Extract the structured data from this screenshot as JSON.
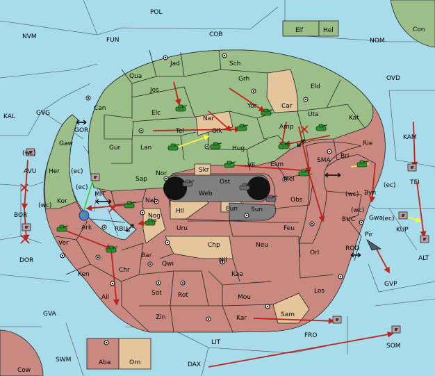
{
  "colors": {
    "sea": "#a9dcea",
    "green_power": "#9cbf8a",
    "red_power": "#c98880",
    "neutral": "#e5c59b",
    "island": "#808080",
    "order_move": "#c0221b",
    "order_support": "#ffff33"
  },
  "sea_regions": {
    "pol": "POL",
    "nvm": "NVM",
    "fun": "FUN",
    "cob": "COB",
    "nom": "NOM",
    "ovd": "OVD",
    "kal": "KAL",
    "gvg": "GVG",
    "gor": "GOR",
    "mit": "MIT",
    "rbu": "RBU",
    "sma": "SMA",
    "kam": "KAM",
    "bor": "BOR",
    "avu": "AVU",
    "dor": "DOR",
    "buc": "BUC",
    "kup": "KUP",
    "rod": "ROD",
    "gvp": "GVP",
    "alt": "ALT",
    "tei": "TEI",
    "gva": "GVA",
    "fro": "FRO",
    "lit": "LIT",
    "swm": "SWM",
    "dax": "DAX",
    "som": "SOM"
  },
  "land_regions": {
    "elf": "Elf",
    "hel": "Hel",
    "con": "Con",
    "jad": "Jad",
    "sch": "Sch",
    "qua": "Qua",
    "jos": "Jos",
    "grh": "Grh",
    "eld": "Eld",
    "can": "Can",
    "yor": "Yor",
    "car": "Car",
    "elc": "Elc",
    "nar": "Nar",
    "uta": "Uta",
    "kat": "Kat",
    "tel": "Tel",
    "olk": "Olk",
    "amp": "Amp",
    "gur": "Gur",
    "lan": "Lan",
    "hug": "Hug",
    "esm": "Esm",
    "rie": "Rie",
    "bri": "Bri",
    "gaw": "Gaw",
    "her": "Her",
    "nor": "Nor",
    "vil": "Vil",
    "skr": "Skr",
    "ost": "Ost",
    "web": "Web",
    "mel": "Mel",
    "sap": "Sap",
    "kor": "Kor",
    "byn": "Byn",
    "obs": "Obs",
    "nab": "Nab",
    "eun": "Eun",
    "sun": "Sun",
    "hil": "Hil",
    "ark": "Ark",
    "nog": "Nog",
    "gwa": "Gwa",
    "uru": "Uru",
    "feu": "Feu",
    "pir": "Pir",
    "ver": "Ver",
    "chp": "Chp",
    "neu": "Neu",
    "bar": "Bar",
    "qwi": "Qwi",
    "nil": "Nil",
    "orl": "Orl",
    "ken": "Ken",
    "chr": "Chr",
    "kaa": "Kaa",
    "los": "Los",
    "sot": "Sot",
    "rot": "Rot",
    "ail": "Ail",
    "mou": "Mou",
    "sam": "Sam",
    "zin": "Zin",
    "kar": "Kar",
    "aba": "Aba",
    "orn": "Orn",
    "cow": "Cow"
  },
  "coast_markers": {
    "wc_avu": "(wc)",
    "ec_her": "(ec)",
    "ec_mit": "(ec)",
    "wc_kor": "(wc)",
    "wc_byn": "(wc)",
    "ec_rie": "(ec)",
    "wc_gwa": "(wc)",
    "ec_gwa": "(ec)"
  }
}
